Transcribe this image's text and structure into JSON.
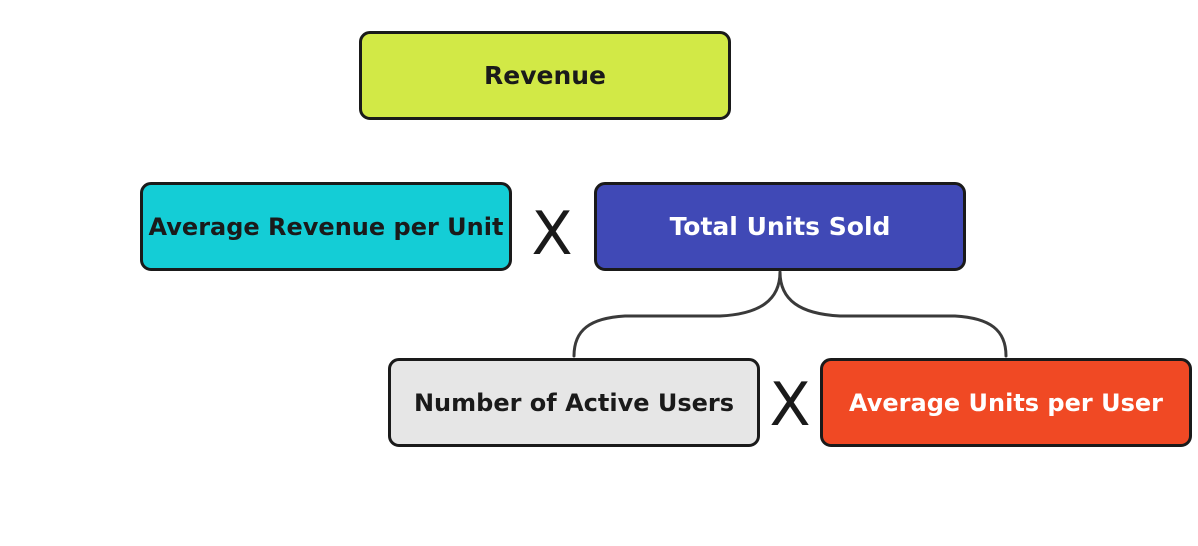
{
  "diagram": {
    "nodes": {
      "revenue": "Revenue",
      "average_revenue_per_unit": "Average Revenue per Unit",
      "total_units_sold": "Total Units Sold",
      "number_of_active_users": "Number of Active Users",
      "average_units_per_user": "Average Units per User"
    },
    "operators": {
      "row_2": "X",
      "row_3": "X"
    },
    "colors": {
      "revenue": "#d2e946",
      "average_revenue_per_unit": "#14cdd6",
      "total_units_sold": "#4049b6",
      "number_of_active_users": "#e6e6e6",
      "average_units_per_user": "#f04924",
      "border": "#1a1a1a",
      "connector": "#3a3a3a"
    }
  }
}
